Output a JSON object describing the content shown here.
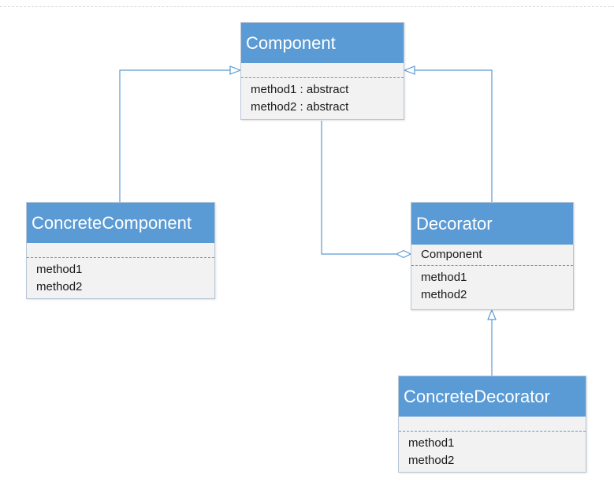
{
  "diagram": {
    "classes": {
      "component": {
        "name": "Component",
        "attributes": [],
        "methods": [
          "method1 : abstract",
          "method2 : abstract"
        ]
      },
      "concrete_component": {
        "name": "ConcreteComponent",
        "attributes": [],
        "methods": [
          "method1",
          "method2"
        ]
      },
      "decorator": {
        "name": "Decorator",
        "attributes": [
          "Component"
        ],
        "methods": [
          "method1",
          "method2"
        ]
      },
      "concrete_decorator": {
        "name": "ConcreteDecorator",
        "attributes": [],
        "methods": [
          "method1",
          "method2"
        ]
      }
    },
    "relations": [
      {
        "type": "inheritance",
        "from": "ConcreteComponent",
        "to": "Component"
      },
      {
        "type": "inheritance",
        "from": "Decorator",
        "to": "Component"
      },
      {
        "type": "aggregation",
        "from": "Component",
        "to": "Decorator"
      },
      {
        "type": "inheritance",
        "from": "ConcreteDecorator",
        "to": "Decorator"
      }
    ],
    "colors": {
      "header": "#5b9bd5",
      "body": "#f2f2f2",
      "line": "#5b9bd5"
    }
  }
}
